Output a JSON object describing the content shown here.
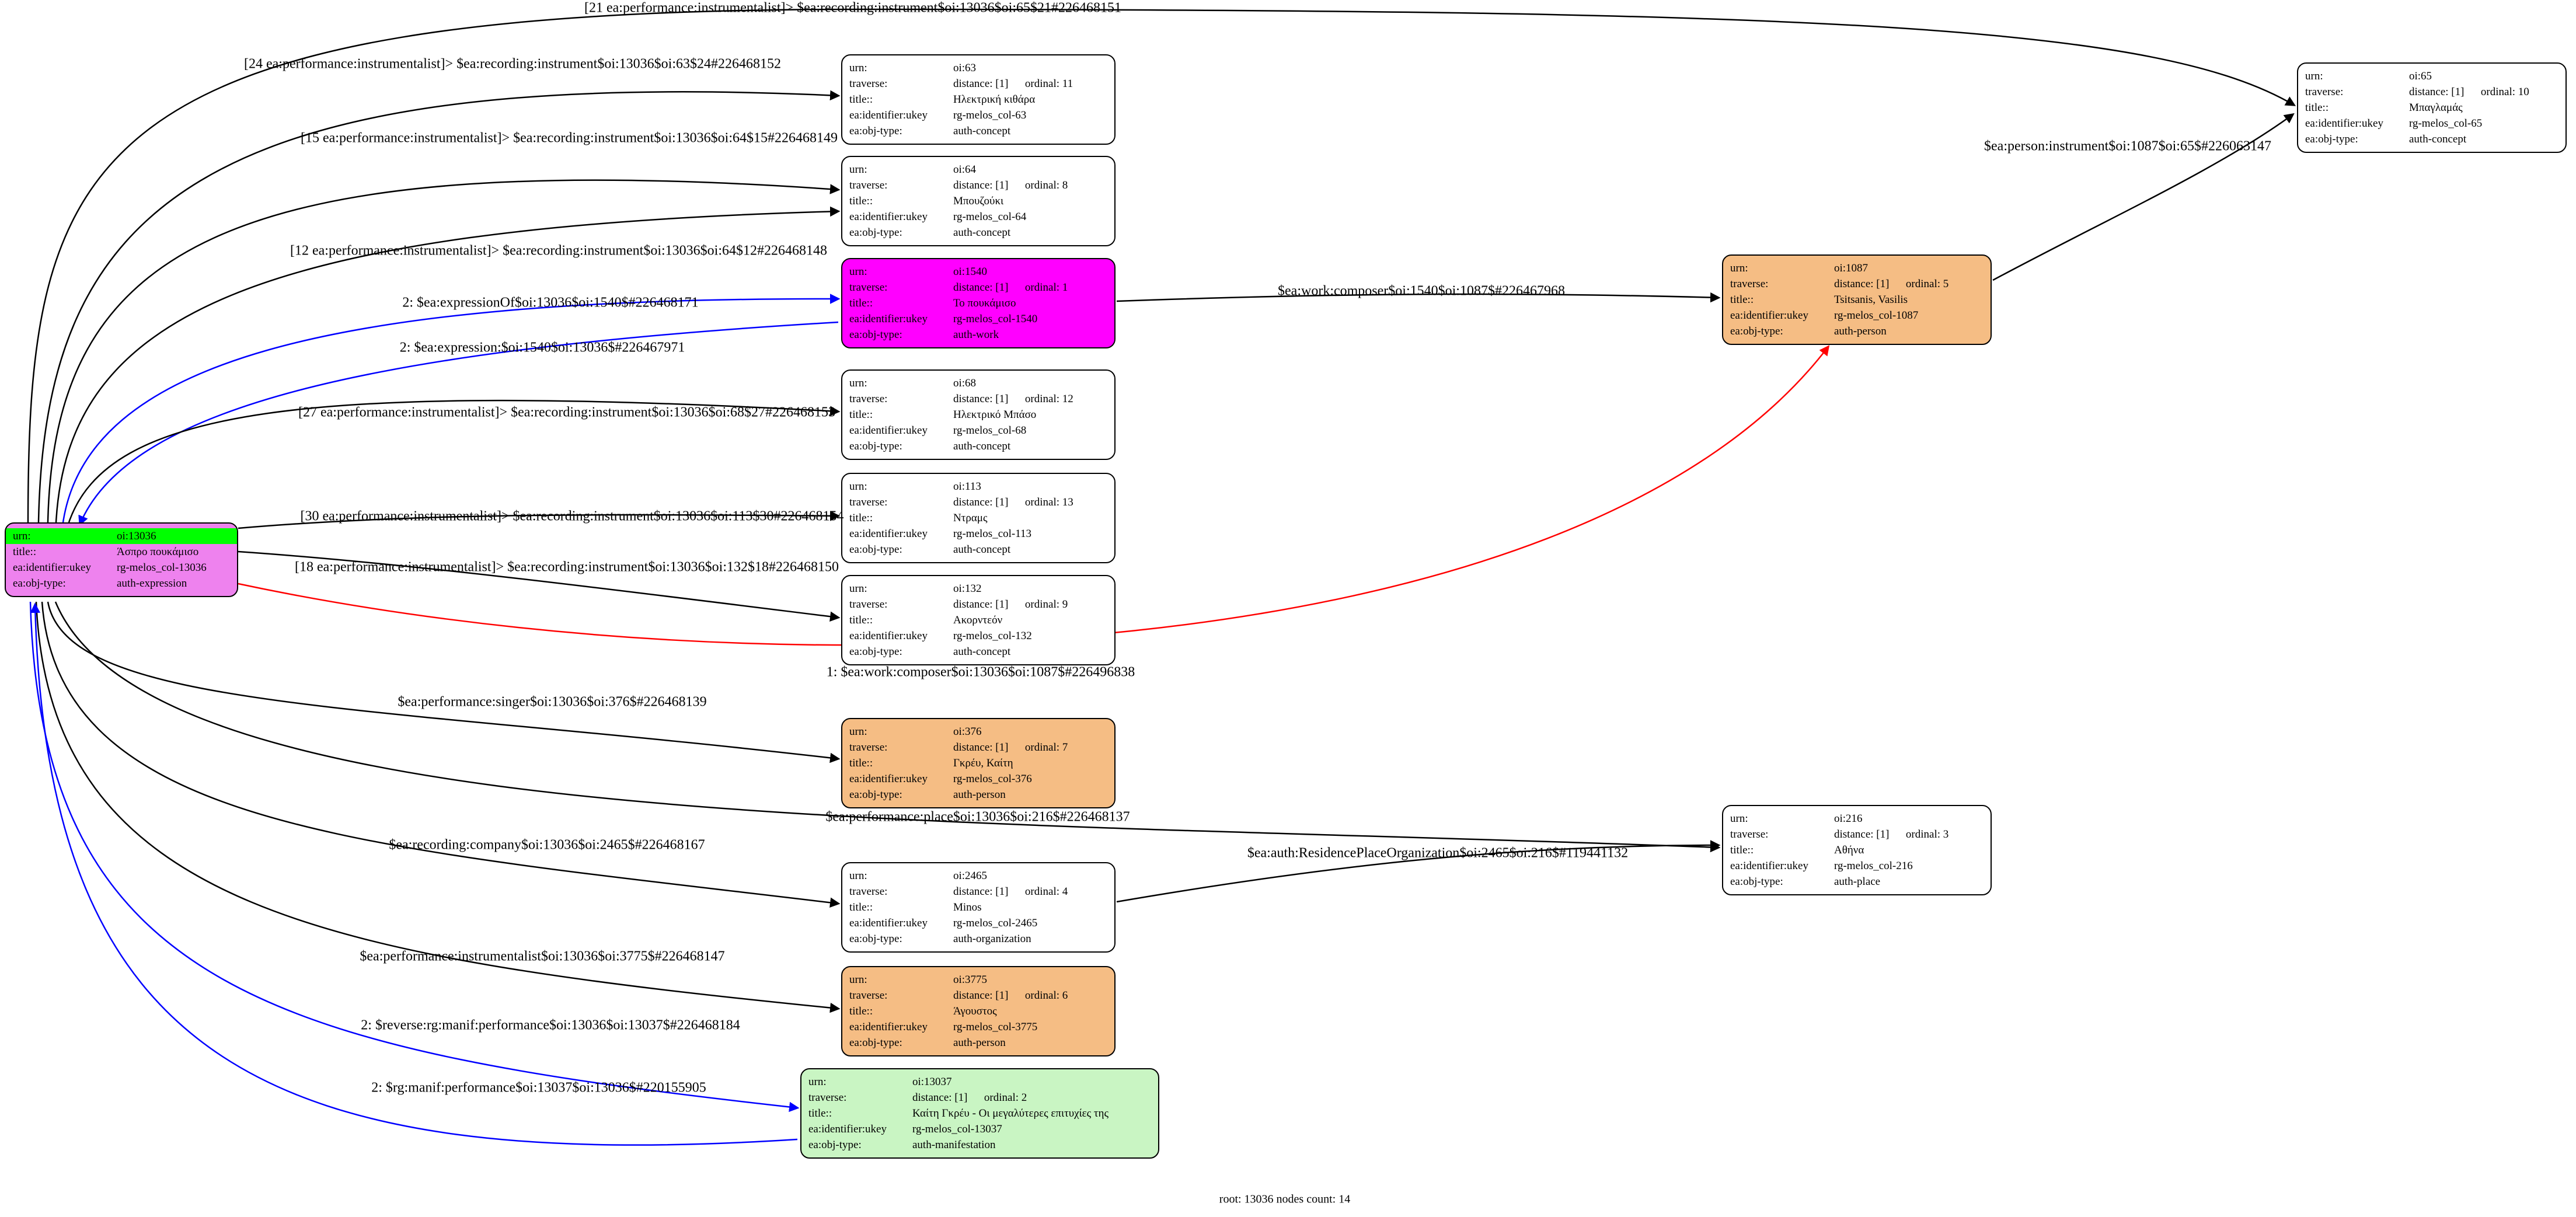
{
  "footer": {
    "summary": "root: 13036 nodes count: 14"
  },
  "colors": {
    "root_fill": "#ee82ee",
    "root_urn_highlight": "#00ff00",
    "work_fill": "#ff00ff",
    "person_fill": "#f5bd84",
    "manifestation_fill": "#c9f5c3",
    "default_fill": "#ffffff",
    "edge_default": "#000000",
    "edge_expression": "#0000ff",
    "edge_composer": "#ff0000"
  },
  "nodes": [
    {
      "id": "oi:13036",
      "fill": "#ee82ee",
      "rows": [
        {
          "key": "urn:",
          "value": "oi:13036",
          "highlight": "#00ff00"
        },
        {
          "key": "title::",
          "value": "Άσπρο πουκάμισο"
        },
        {
          "key": "ea:identifier:ukey",
          "value": "rg-melos_col-13036"
        },
        {
          "key": "ea:obj-type:",
          "value": "auth-expression"
        }
      ]
    },
    {
      "id": "oi:63",
      "fill": "#ffffff",
      "rows": [
        {
          "key": "urn:",
          "value": "oi:63"
        },
        {
          "key": "traverse:",
          "value": "distance: [1]      ordinal: 11"
        },
        {
          "key": "title::",
          "value": "Ηλεκτρική κιθάρα"
        },
        {
          "key": "ea:identifier:ukey",
          "value": "rg-melos_col-63"
        },
        {
          "key": "ea:obj-type:",
          "value": "auth-concept"
        }
      ]
    },
    {
      "id": "oi:64",
      "fill": "#ffffff",
      "rows": [
        {
          "key": "urn:",
          "value": "oi:64"
        },
        {
          "key": "traverse:",
          "value": "distance: [1]      ordinal: 8"
        },
        {
          "key": "title::",
          "value": "Μπουζούκι"
        },
        {
          "key": "ea:identifier:ukey",
          "value": "rg-melos_col-64"
        },
        {
          "key": "ea:obj-type:",
          "value": "auth-concept"
        }
      ]
    },
    {
      "id": "oi:1540",
      "fill": "#ff00ff",
      "rows": [
        {
          "key": "urn:",
          "value": "oi:1540"
        },
        {
          "key": "traverse:",
          "value": "distance: [1]      ordinal: 1"
        },
        {
          "key": "title::",
          "value": "Το πουκάμισο"
        },
        {
          "key": "ea:identifier:ukey",
          "value": "rg-melos_col-1540"
        },
        {
          "key": "ea:obj-type:",
          "value": "auth-work"
        }
      ]
    },
    {
      "id": "oi:68",
      "fill": "#ffffff",
      "rows": [
        {
          "key": "urn:",
          "value": "oi:68"
        },
        {
          "key": "traverse:",
          "value": "distance: [1]      ordinal: 12"
        },
        {
          "key": "title::",
          "value": "Ηλεκτρικό Μπάσο"
        },
        {
          "key": "ea:identifier:ukey",
          "value": "rg-melos_col-68"
        },
        {
          "key": "ea:obj-type:",
          "value": "auth-concept"
        }
      ]
    },
    {
      "id": "oi:113",
      "fill": "#ffffff",
      "rows": [
        {
          "key": "urn:",
          "value": "oi:113"
        },
        {
          "key": "traverse:",
          "value": "distance: [1]      ordinal: 13"
        },
        {
          "key": "title::",
          "value": "Ντραμς"
        },
        {
          "key": "ea:identifier:ukey",
          "value": "rg-melos_col-113"
        },
        {
          "key": "ea:obj-type:",
          "value": "auth-concept"
        }
      ]
    },
    {
      "id": "oi:132",
      "fill": "#ffffff",
      "rows": [
        {
          "key": "urn:",
          "value": "oi:132"
        },
        {
          "key": "traverse:",
          "value": "distance: [1]      ordinal: 9"
        },
        {
          "key": "title::",
          "value": "Ακορντεόν"
        },
        {
          "key": "ea:identifier:ukey",
          "value": "rg-melos_col-132"
        },
        {
          "key": "ea:obj-type:",
          "value": "auth-concept"
        }
      ]
    },
    {
      "id": "oi:376",
      "fill": "#f5bd84",
      "rows": [
        {
          "key": "urn:",
          "value": "oi:376"
        },
        {
          "key": "traverse:",
          "value": "distance: [1]      ordinal: 7"
        },
        {
          "key": "title::",
          "value": "Γκρέυ, Καίτη"
        },
        {
          "key": "ea:identifier:ukey",
          "value": "rg-melos_col-376"
        },
        {
          "key": "ea:obj-type:",
          "value": "auth-person"
        }
      ]
    },
    {
      "id": "oi:2465",
      "fill": "#ffffff",
      "rows": [
        {
          "key": "urn:",
          "value": "oi:2465"
        },
        {
          "key": "traverse:",
          "value": "distance: [1]      ordinal: 4"
        },
        {
          "key": "title::",
          "value": "Minos"
        },
        {
          "key": "ea:identifier:ukey",
          "value": "rg-melos_col-2465"
        },
        {
          "key": "ea:obj-type:",
          "value": "auth-organization"
        }
      ]
    },
    {
      "id": "oi:3775",
      "fill": "#f5bd84",
      "rows": [
        {
          "key": "urn:",
          "value": "oi:3775"
        },
        {
          "key": "traverse:",
          "value": "distance: [1]      ordinal: 6"
        },
        {
          "key": "title::",
          "value": "Άγουστος"
        },
        {
          "key": "ea:identifier:ukey",
          "value": "rg-melos_col-3775"
        },
        {
          "key": "ea:obj-type:",
          "value": "auth-person"
        }
      ]
    },
    {
      "id": "oi:13037",
      "fill": "#c9f5c3",
      "rows": [
        {
          "key": "urn:",
          "value": "oi:13037"
        },
        {
          "key": "traverse:",
          "value": "distance: [1]      ordinal: 2"
        },
        {
          "key": "title::",
          "value": "Καίτη Γκρέυ - Οι μεγαλύτερες επιτυχίες της"
        },
        {
          "key": "ea:identifier:ukey",
          "value": "rg-melos_col-13037"
        },
        {
          "key": "ea:obj-type:",
          "value": "auth-manifestation"
        }
      ]
    },
    {
      "id": "oi:1087",
      "fill": "#f5bd84",
      "rows": [
        {
          "key": "urn:",
          "value": "oi:1087"
        },
        {
          "key": "traverse:",
          "value": "distance: [1]      ordinal: 5"
        },
        {
          "key": "title::",
          "value": "Tsitsanis, Vasilis"
        },
        {
          "key": "ea:identifier:ukey",
          "value": "rg-melos_col-1087"
        },
        {
          "key": "ea:obj-type:",
          "value": "auth-person"
        }
      ]
    },
    {
      "id": "oi:65",
      "fill": "#ffffff",
      "rows": [
        {
          "key": "urn:",
          "value": "oi:65"
        },
        {
          "key": "traverse:",
          "value": "distance: [1]      ordinal: 10"
        },
        {
          "key": "title::",
          "value": "Μπαγλαμάς"
        },
        {
          "key": "ea:identifier:ukey",
          "value": "rg-melos_col-65"
        },
        {
          "key": "ea:obj-type:",
          "value": "auth-concept"
        }
      ]
    },
    {
      "id": "oi:216",
      "fill": "#ffffff",
      "rows": [
        {
          "key": "urn:",
          "value": "oi:216"
        },
        {
          "key": "traverse:",
          "value": "distance: [1]      ordinal: 3"
        },
        {
          "key": "title::",
          "value": "Αθήνα"
        },
        {
          "key": "ea:identifier:ukey",
          "value": "rg-melos_col-216"
        },
        {
          "key": "ea:obj-type:",
          "value": "auth-place"
        }
      ]
    }
  ],
  "edges": [
    {
      "id": "e65_top",
      "from": "oi:13036",
      "to": "oi:65",
      "color": "#000000",
      "label": "[21 ea:performance:instrumentalist]> $ea:recording:instrument$oi:13036$oi:65$21#226468151"
    },
    {
      "id": "e63",
      "from": "oi:13036",
      "to": "oi:63",
      "color": "#000000",
      "label": "[24 ea:performance:instrumentalist]> $ea:recording:instrument$oi:13036$oi:63$24#226468152"
    },
    {
      "id": "e64_15",
      "from": "oi:13036",
      "to": "oi:64",
      "color": "#000000",
      "label": "[15 ea:performance:instrumentalist]> $ea:recording:instrument$oi:13036$oi:64$15#226468149"
    },
    {
      "id": "e64_12",
      "from": "oi:13036",
      "to": "oi:64",
      "color": "#000000",
      "label": "[12 ea:performance:instrumentalist]> $ea:recording:instrument$oi:13036$oi:64$12#226468148"
    },
    {
      "id": "expr_of",
      "from": "oi:13036",
      "to": "oi:1540",
      "color": "#0000ff",
      "label": "2: $ea:expressionOf$oi:13036$oi:1540$#226468171"
    },
    {
      "id": "expr_back",
      "from": "oi:1540",
      "to": "oi:13036",
      "color": "#0000ff",
      "label": "2: $ea:expression:$oi:1540$oi:13036$#226467971"
    },
    {
      "id": "e68",
      "from": "oi:13036",
      "to": "oi:68",
      "color": "#000000",
      "label": "[27 ea:performance:instrumentalist]> $ea:recording:instrument$oi:13036$oi:68$27#226468153"
    },
    {
      "id": "e113",
      "from": "oi:13036",
      "to": "oi:113",
      "color": "#000000",
      "label": "[30 ea:performance:instrumentalist]> $ea:recording:instrument$oi:13036$oi:113$30#226468154"
    },
    {
      "id": "e132",
      "from": "oi:13036",
      "to": "oi:132",
      "color": "#000000",
      "label": "[18 ea:performance:instrumentalist]> $ea:recording:instrument$oi:13036$oi:132$18#226468150"
    },
    {
      "id": "composer_root",
      "from": "oi:13036",
      "to": "oi:1087",
      "color": "#ff0000",
      "label": "1: $ea:work:composer$oi:13036$oi:1087$#226496838"
    },
    {
      "id": "singer",
      "from": "oi:13036",
      "to": "oi:376",
      "color": "#000000",
      "label": "$ea:performance:singer$oi:13036$oi:376$#226468139"
    },
    {
      "id": "company",
      "from": "oi:13036",
      "to": "oi:2465",
      "color": "#000000",
      "label": "$ea:recording:company$oi:13036$oi:2465$#226468167"
    },
    {
      "id": "instr3775",
      "from": "oi:13036",
      "to": "oi:3775",
      "color": "#000000",
      "label": "$ea:performance:instrumentalist$oi:13036$oi:3775$#226468147"
    },
    {
      "id": "rev_manif",
      "from": "oi:13036",
      "to": "oi:13037",
      "color": "#0000ff",
      "label": "2: $reverse:rg:manif:performance$oi:13036$oi:13037$#226468184"
    },
    {
      "id": "manif",
      "from": "oi:13037",
      "to": "oi:13036",
      "color": "#0000ff",
      "label": "2: $rg:manif:performance$oi:13037$oi:13036$#220155905"
    },
    {
      "id": "composer_1540",
      "from": "oi:1540",
      "to": "oi:1087",
      "color": "#000000",
      "label": "$ea:work:composer$oi:1540$oi:1087$#226467968"
    },
    {
      "id": "person_instr",
      "from": "oi:1087",
      "to": "oi:65",
      "color": "#000000",
      "label": "$ea:person:instrument$oi:1087$oi:65$#226063147"
    },
    {
      "id": "place",
      "from": "oi:13036",
      "to": "oi:216",
      "color": "#000000",
      "label": "$ea:performance:place$oi:13036$oi:216$#226468137"
    },
    {
      "id": "residence",
      "from": "oi:2465",
      "to": "oi:216",
      "color": "#000000",
      "label": "$ea:auth:ResidencePlaceOrganization$oi:2465$oi:216$#119441132"
    }
  ]
}
